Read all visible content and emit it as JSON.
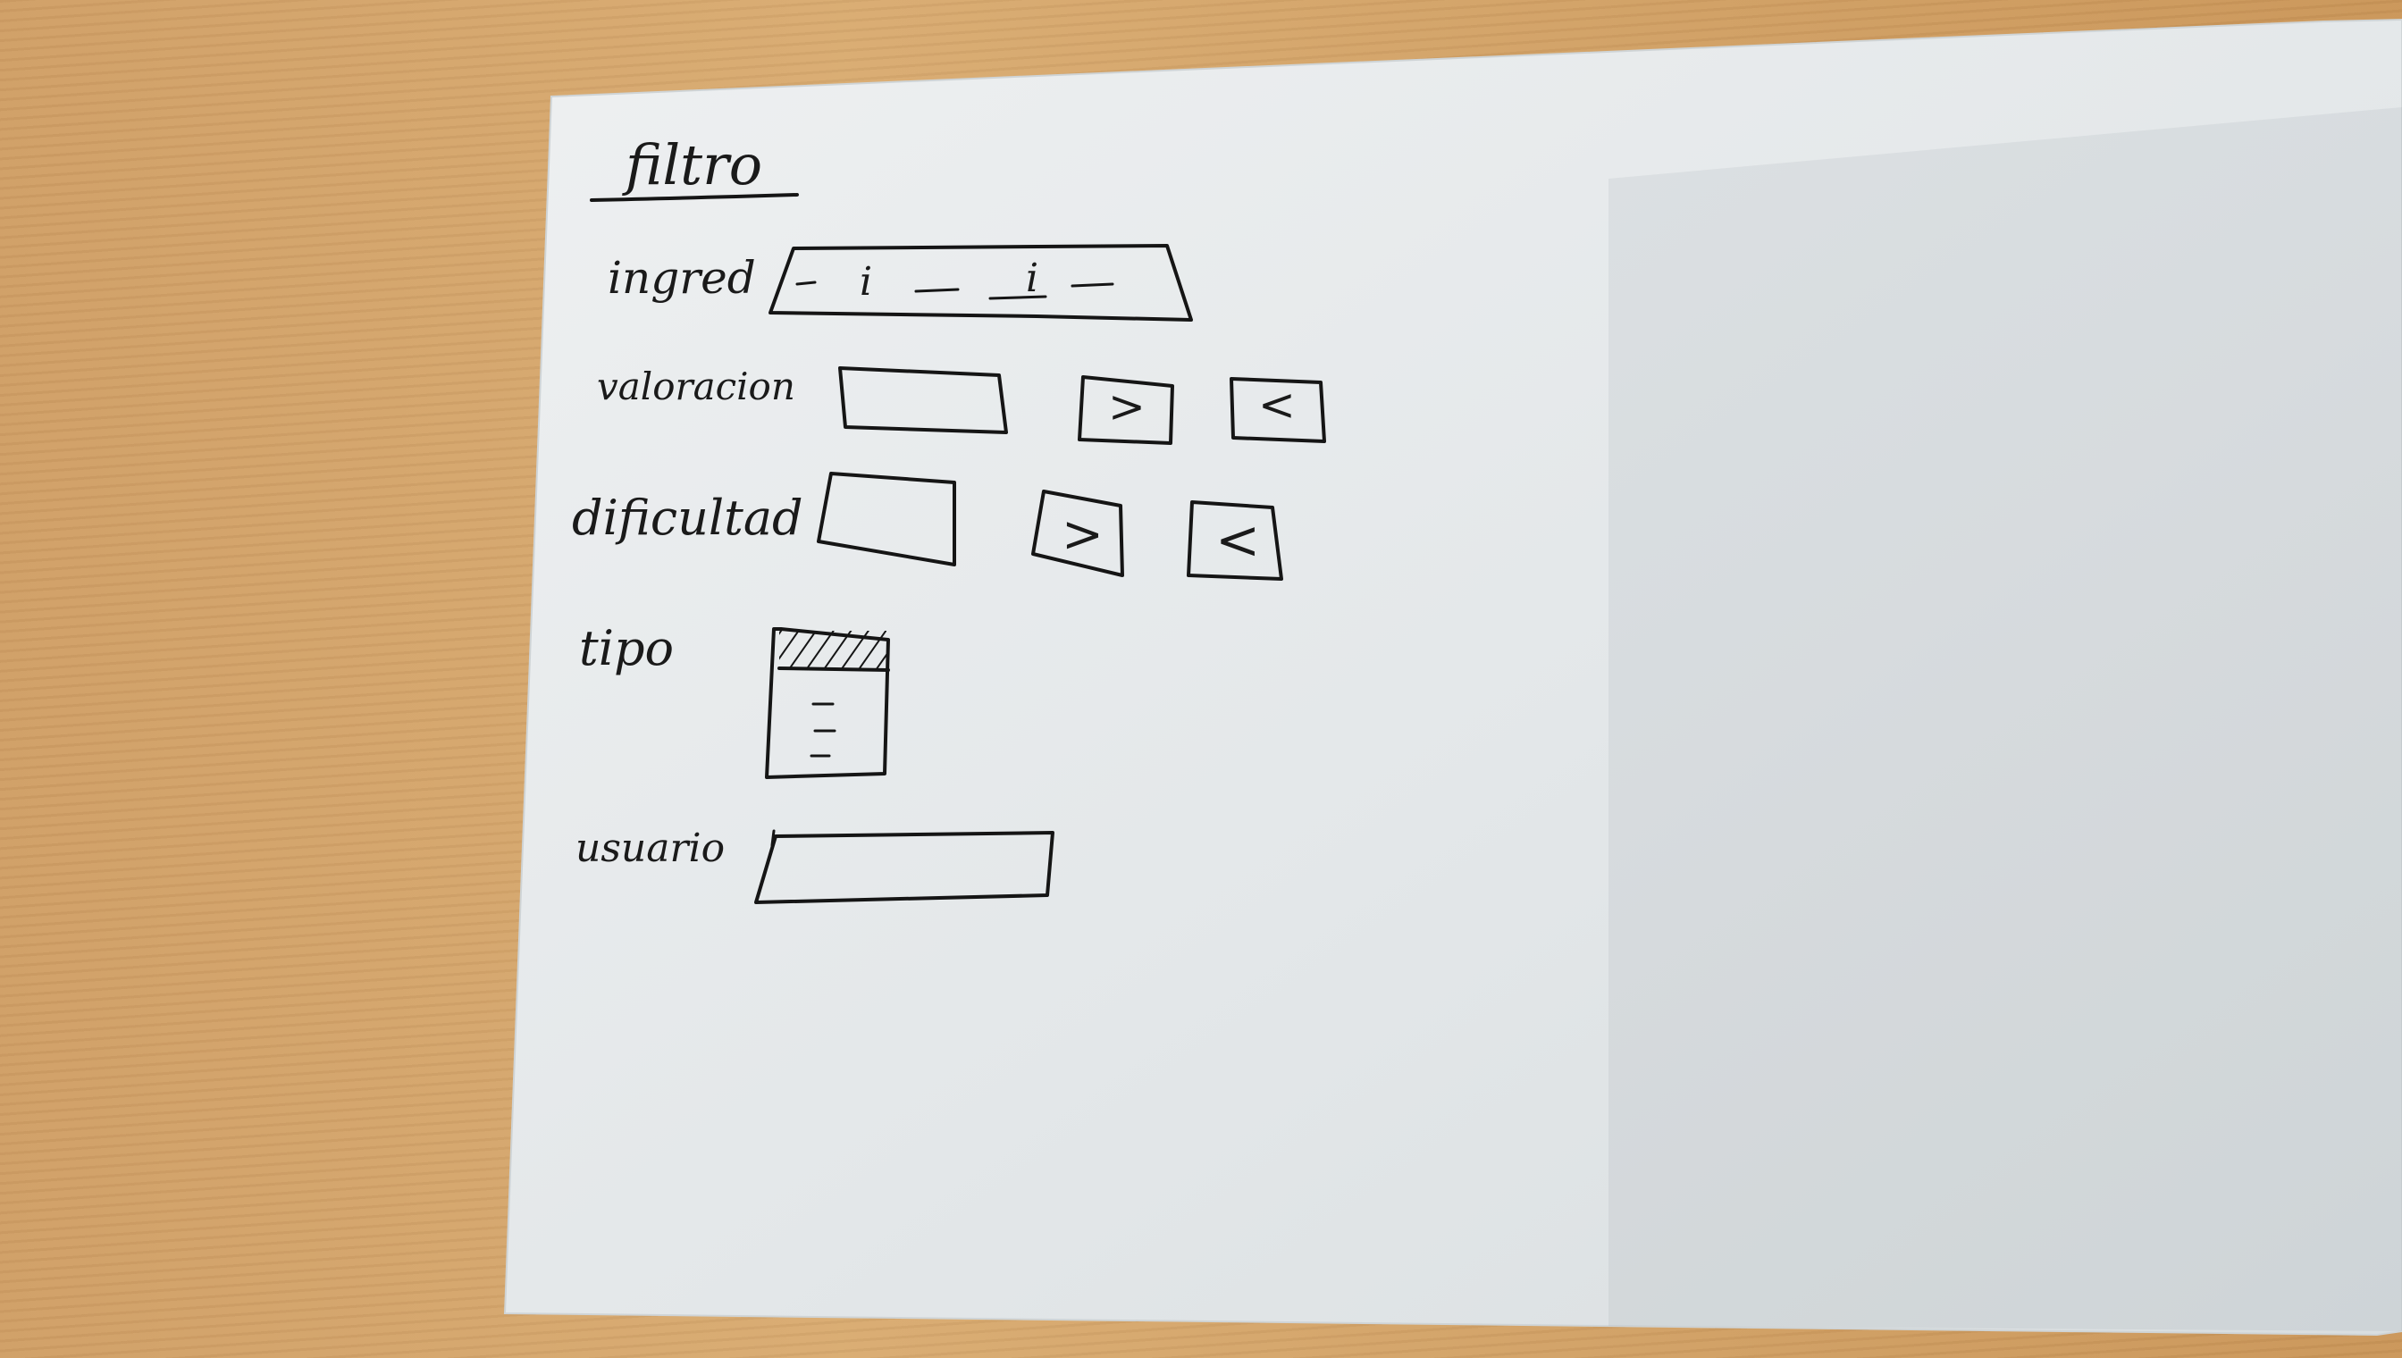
{
  "filter": {
    "title": "filtro",
    "fields": {
      "ingredients": {
        "label": "ingred",
        "separator_marks": [
          "i",
          "i"
        ]
      },
      "rating": {
        "label": "valoracion",
        "greater_symbol": ">",
        "less_symbol": "<"
      },
      "difficulty": {
        "label": "dificultad",
        "greater_symbol": ">",
        "less_symbol": "<"
      },
      "type": {
        "label": "tipo"
      },
      "user": {
        "label": "usuario"
      }
    }
  },
  "colors": {
    "paper": "#e9ecee",
    "ink": "#151515",
    "desk": "#d2a46c"
  },
  "icons": {
    "greater_than": "greater-than-icon",
    "less_than": "less-than-icon",
    "list": "list-icon"
  }
}
